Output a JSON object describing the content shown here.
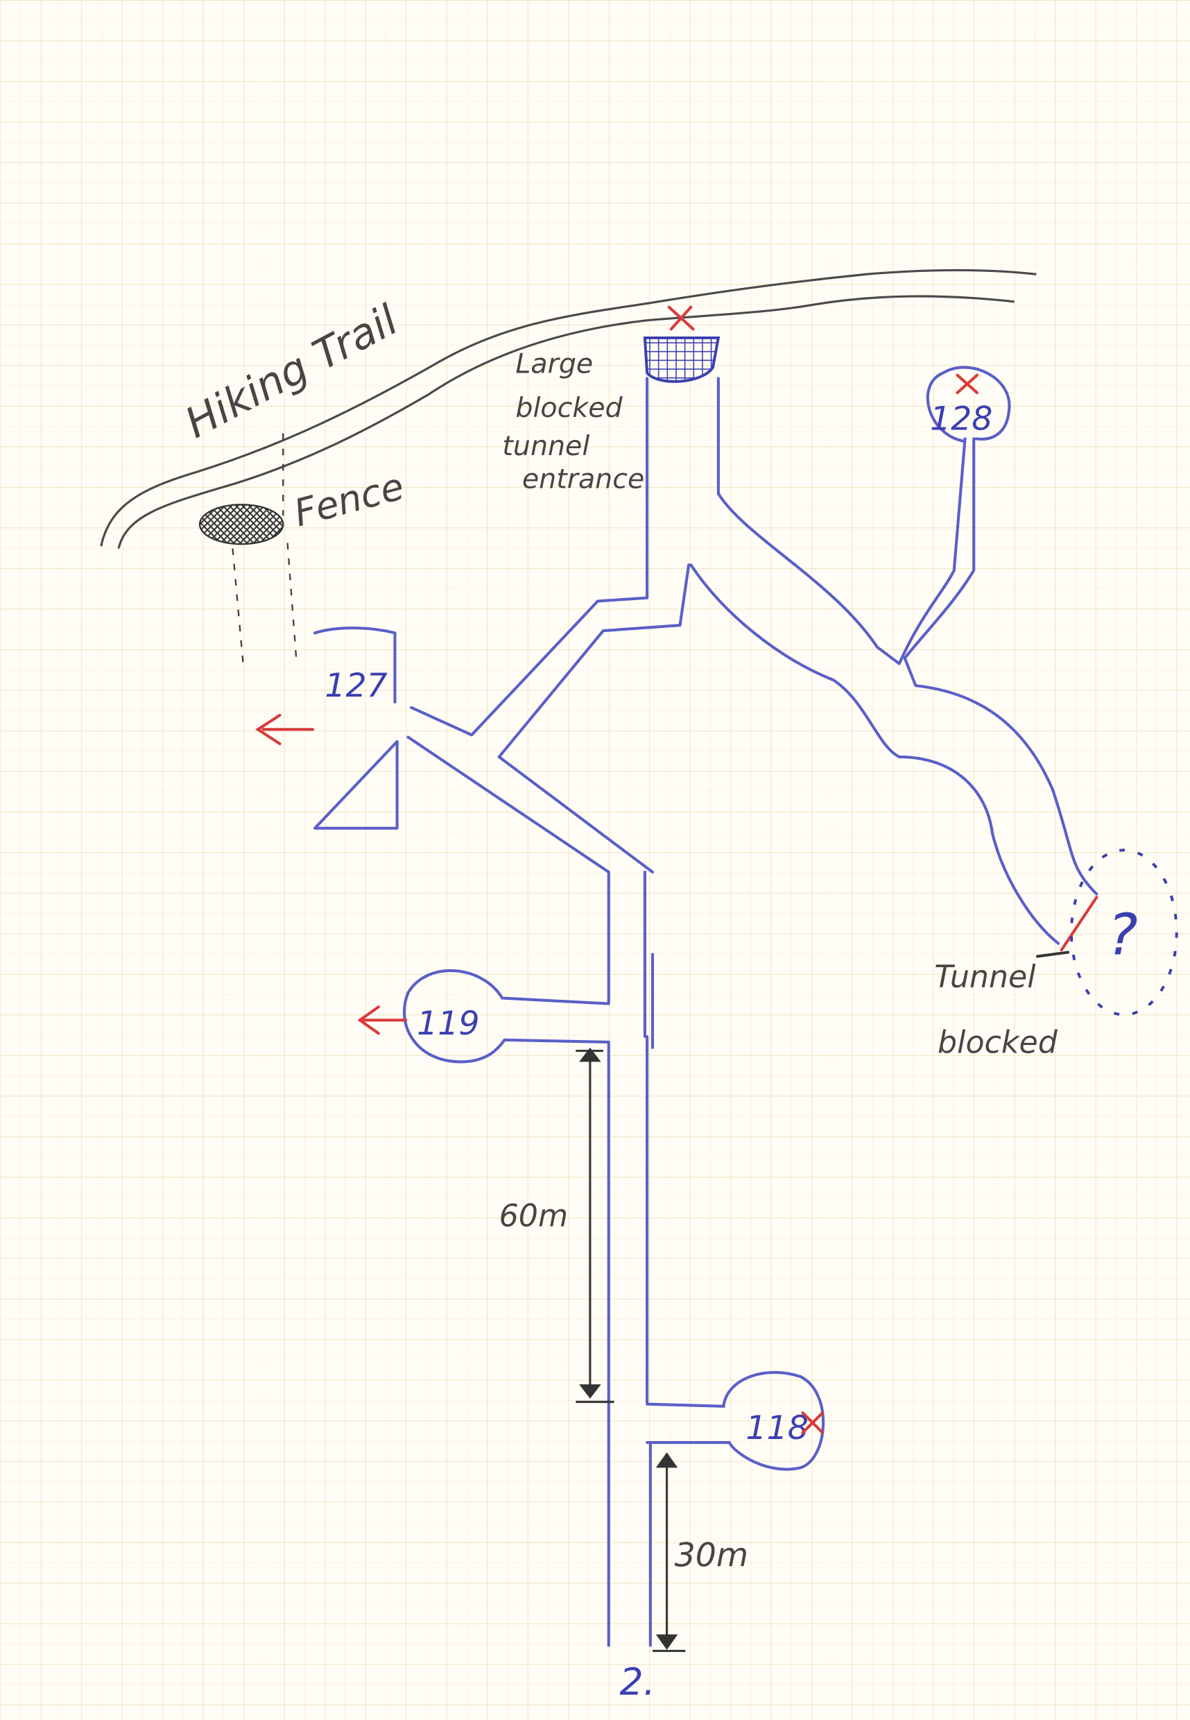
{
  "labels": {
    "hiking_trail": "Hiking Trail",
    "fence": "Fence",
    "large_blocked_line1": "Large",
    "large_blocked_line2": "blocked",
    "large_blocked_line3": "tunnel",
    "large_blocked_line4": "entrance",
    "tunnel_blocked_line1": "Tunnel",
    "tunnel_blocked_line2": "blocked",
    "unknown": "?"
  },
  "rooms": {
    "r127": "127",
    "r128": "128",
    "r119": "119",
    "r118": "118"
  },
  "distances": {
    "d1": "60m",
    "d2": "30m"
  },
  "page_number": "2.",
  "colors": {
    "paper": "#fffdf6",
    "grid": "#efe3b8",
    "tunnel_ink": "#5a5fc8",
    "pencil": "#4a4444",
    "red_marker": "#d93b3b"
  }
}
